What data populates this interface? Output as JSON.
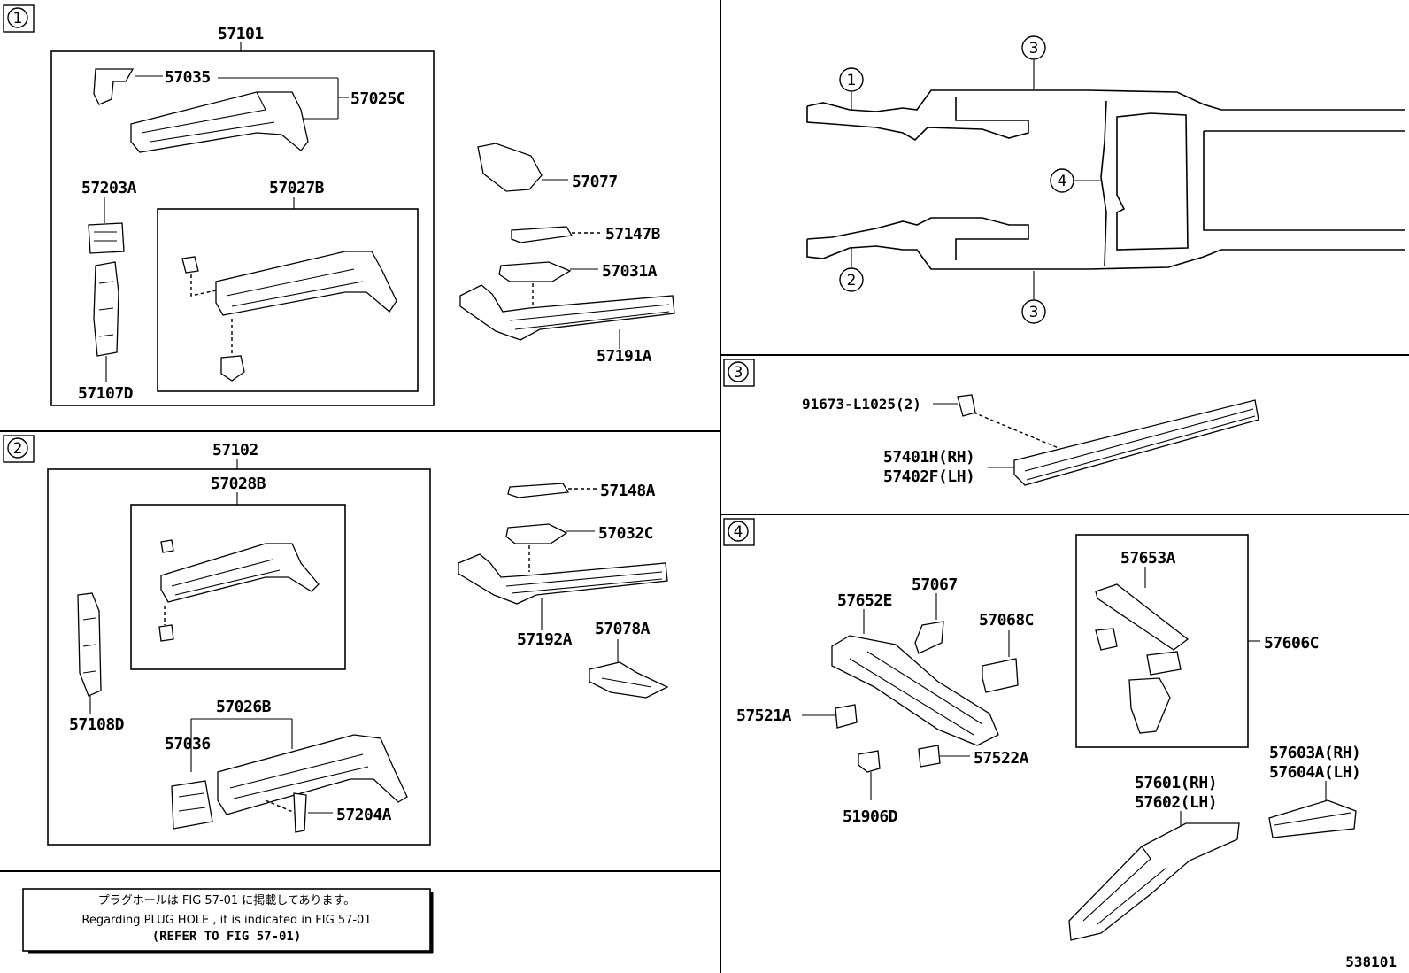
{
  "sections": {
    "s1": {
      "badge": "1"
    },
    "s2": {
      "badge": "2"
    },
    "s3": {
      "badge": "3"
    },
    "s4": {
      "badge": "4"
    }
  },
  "overview": {
    "callouts": [
      "1",
      "2",
      "3",
      "3",
      "4"
    ]
  },
  "parts": {
    "p57101": "57101",
    "p57035": "57035",
    "p57025C": "57025C",
    "p57203A": "57203A",
    "p57027B": "57027B",
    "p57107D": "57107D",
    "p57077": "57077",
    "p57147B": "57147B",
    "p57031A": "57031A",
    "p57191A": "57191A",
    "p57102": "57102",
    "p57028B": "57028B",
    "p57108D": "57108D",
    "p57026B": "57026B",
    "p57036": "57036",
    "p57204A": "57204A",
    "p57148A": "57148A",
    "p57032C": "57032C",
    "p57192A": "57192A",
    "p57078A": "57078A",
    "p91673": "91673-L1025(2)",
    "p57401H": "57401H(RH)",
    "p57402F": "57402F(LH)",
    "p57652E": "57652E",
    "p57067": "57067",
    "p57068C": "57068C",
    "p57653A": "57653A",
    "p57606C": "57606C",
    "p57521A": "57521A",
    "p57522A": "57522A",
    "p51906D": "51906D",
    "p57603A": "57603A(RH)",
    "p57604A": "57604A(LH)",
    "p57601": "57601(RH)",
    "p57602": "57602(LH)"
  },
  "note": {
    "line1": "プラグホールは FIG 57-01 に掲載してあります。",
    "line2": "Regarding PLUG HOLE , it is indicated in FIG 57-01",
    "line3": "(REFER TO FIG 57-01)"
  },
  "figure_id": "538101"
}
